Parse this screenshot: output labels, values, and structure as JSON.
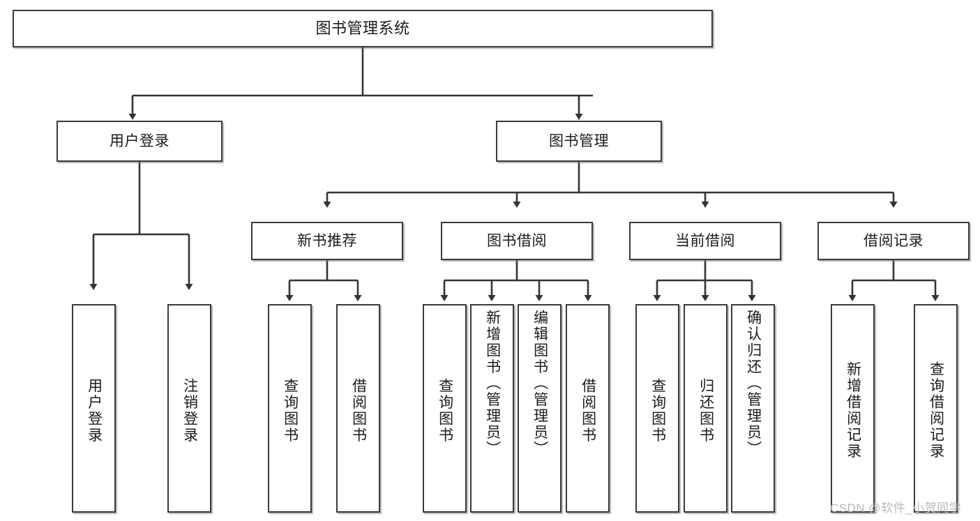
{
  "diagram": {
    "title": "图书管理系统",
    "type": "tree-hierarchy-chart",
    "root": {
      "label": "图书管理系统"
    },
    "level1": [
      {
        "label": "用户登录"
      },
      {
        "label": "图书管理"
      }
    ],
    "level2": [
      {
        "label": "新书推荐"
      },
      {
        "label": "图书借阅"
      },
      {
        "label": "当前借阅"
      },
      {
        "label": "借阅记录"
      }
    ],
    "leaves": [
      {
        "label": "用户登录"
      },
      {
        "label": "注销登录"
      },
      {
        "label": "查询图书"
      },
      {
        "label": "借阅图书"
      },
      {
        "label": "查询图书"
      },
      {
        "label": "新增图书（管理员）"
      },
      {
        "label": "编辑图书（管理员）"
      },
      {
        "label": "借阅图书"
      },
      {
        "label": "查询图书"
      },
      {
        "label": "归还图书"
      },
      {
        "label": "确认归还（管理员）"
      },
      {
        "label": "新增借阅记录"
      },
      {
        "label": "查询借阅记录"
      }
    ],
    "watermark": "CSDN @软件_小贺同学",
    "colors": {
      "border": "#3a3a3a",
      "fill": "#ffffff",
      "text": "#1b1b1b",
      "edge": "#333333",
      "watermark": "#b9b9b9"
    }
  }
}
